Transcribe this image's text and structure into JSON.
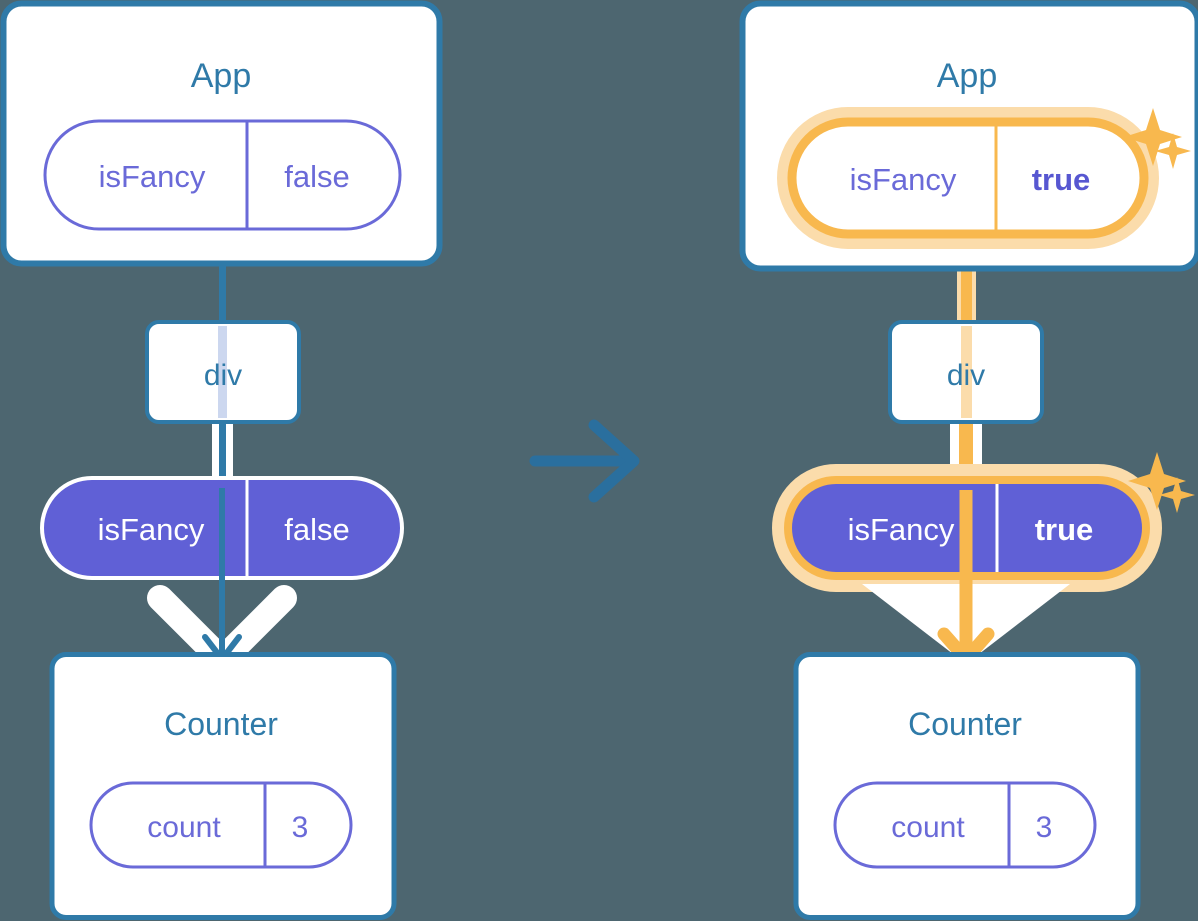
{
  "diagram": {
    "title": "React state lifting: isFancy prop flows from App through div to Counter",
    "background_color": "#4d6670",
    "transition_arrow": "arrow-right"
  },
  "colors": {
    "background": "#4d6670",
    "box_border_blue": "#2f7aa8",
    "box_fill": "#ffffff",
    "pill_purple_border": "#6a6ad8",
    "pill_purple_fill": "#6060d6",
    "text_blue": "#2f7aa8",
    "text_purple": "#6a6ad8",
    "highlight_orange": "#f8b84e",
    "highlight_orange_glow": "#fbdcab",
    "inactive_line": "#ccd7ef",
    "white": "#ffffff"
  },
  "left": {
    "app": {
      "title": "App",
      "state_pill": {
        "name": "isFancy",
        "value": "false",
        "highlighted": false
      }
    },
    "div": {
      "label": "div"
    },
    "prop_pill": {
      "name": "isFancy",
      "value": "false",
      "highlighted": false
    },
    "counter": {
      "title": "Counter",
      "state_pill": {
        "name": "count",
        "value": "3",
        "highlighted": false
      }
    }
  },
  "right": {
    "app": {
      "title": "App",
      "state_pill": {
        "name": "isFancy",
        "value": "true",
        "highlighted": true
      },
      "sparkles": [
        "sparkle-large",
        "sparkle-small"
      ]
    },
    "div": {
      "label": "div"
    },
    "prop_pill": {
      "name": "isFancy",
      "value": "true",
      "highlighted": true
    },
    "counter": {
      "title": "Counter",
      "state_pill": {
        "name": "count",
        "value": "3",
        "highlighted": false
      }
    },
    "sparkles": [
      "sparkle-large",
      "sparkle-small"
    ]
  }
}
